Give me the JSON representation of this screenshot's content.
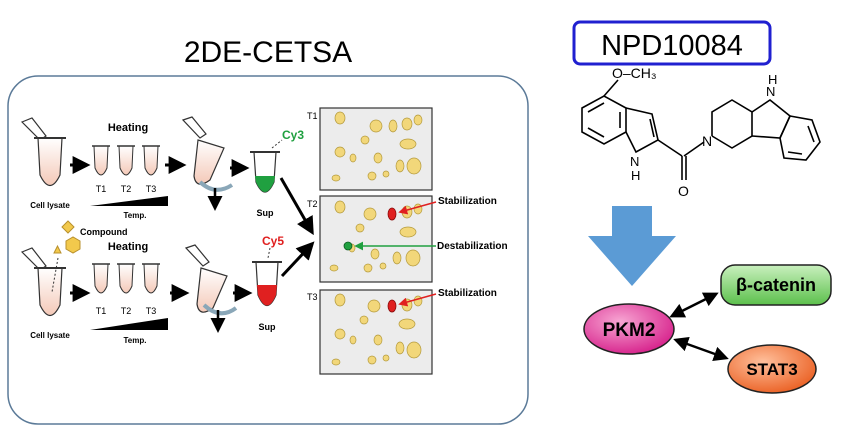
{
  "main_title": "2DE-CETSA",
  "compound_name": "NPD10084",
  "steps": {
    "heating": "Heating",
    "temp": "Temp.",
    "sup": "Sup",
    "cell_lysate": "Cell lysate",
    "compound": "Compound",
    "t1": "T1",
    "t2": "T2",
    "t3": "T3"
  },
  "dyes": {
    "cy3": "Cy3",
    "cy5": "Cy5"
  },
  "gel_labels": {
    "t1": "T1",
    "t2": "T2",
    "t3": "T3"
  },
  "annotations": {
    "stabilization_t2": "Stabilization",
    "destabilization_t2": "Destabilization",
    "stabilization_t3": "Stabilization"
  },
  "structure": {
    "methoxy": "O–CH₃",
    "nh_left": "N\nH",
    "nh_right": "N\nH",
    "n_amide": "N",
    "o_carbonyl": "O"
  },
  "network": {
    "pkm2": "PKM2",
    "beta_catenin": "β-catenin",
    "stat3": "STAT3"
  },
  "colors": {
    "panel_border": "#5b7a98",
    "blue_box": "#2020d0",
    "cy3": "#20a040",
    "cy5": "#e02020",
    "spot": "#f2d77a",
    "spot_stroke": "#b49a3c",
    "gel_bg": "#ececec",
    "arrow_blue": "#5b9bd5",
    "pkm2": "#e62e9c",
    "beta_catenin": "#6fcf5f",
    "stat3": "#f0703a"
  }
}
